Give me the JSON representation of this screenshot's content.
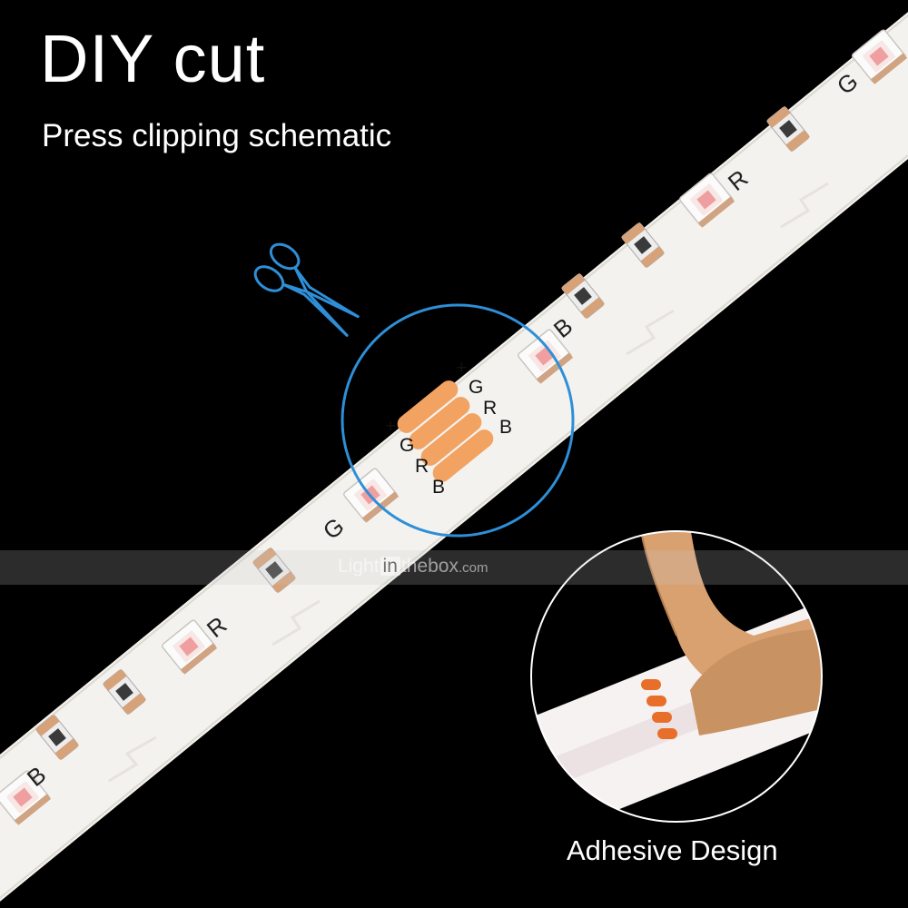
{
  "title": "DIY cut",
  "subtitle": "Press clipping schematic",
  "caption": "Adhesive Design",
  "watermark": {
    "part1": "Light",
    "part2": "in",
    "part3": "thebox",
    "part4": ".com"
  },
  "pad_labels": {
    "plus": "+",
    "g": "G",
    "r": "R",
    "b": "B"
  },
  "strip_labels": {
    "g": "G",
    "r": "R",
    "b": "B"
  },
  "colors": {
    "background": "#000000",
    "strip": "#f4f2ee",
    "copper_pad": "#f0a060",
    "highlight_ring": "#2e8fd8",
    "adhesive_backing": "#d9a070",
    "text": "#ffffff"
  },
  "icons": {
    "cut_tool": "scissors-icon"
  }
}
